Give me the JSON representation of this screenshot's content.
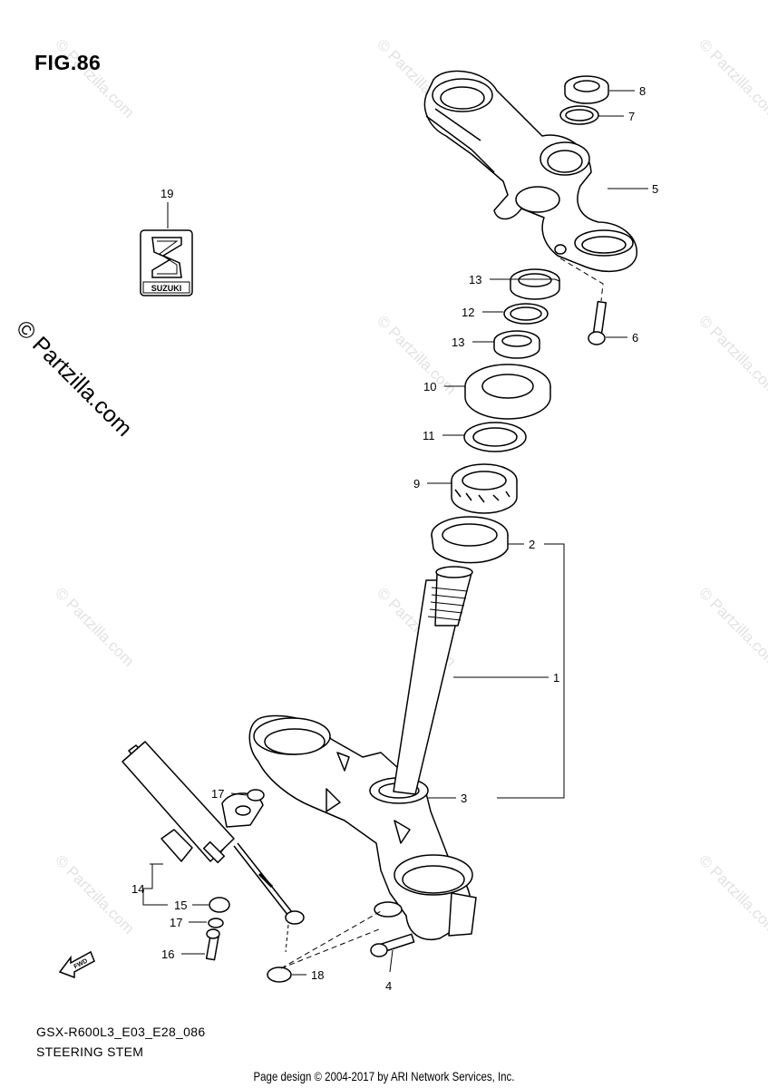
{
  "figure": {
    "title": "FIG.86",
    "code": "GSX-R600L3_E03_E28_086",
    "name": "STEERING STEM"
  },
  "watermark": {
    "text": "© Partzilla.com",
    "color": "#e2e2e2"
  },
  "side_copyright": "© Partzilla.com",
  "footer": "Page design © 2004-2017 by ARI Network Services, Inc.",
  "logo": {
    "text": "SUZUKI"
  },
  "fwd_label": "FWD",
  "callouts": [
    "1",
    "2",
    "3",
    "4",
    "5",
    "6",
    "7",
    "8",
    "9",
    "10",
    "11",
    "12",
    "13",
    "13",
    "14",
    "15",
    "16",
    "17",
    "17",
    "18",
    "19"
  ]
}
